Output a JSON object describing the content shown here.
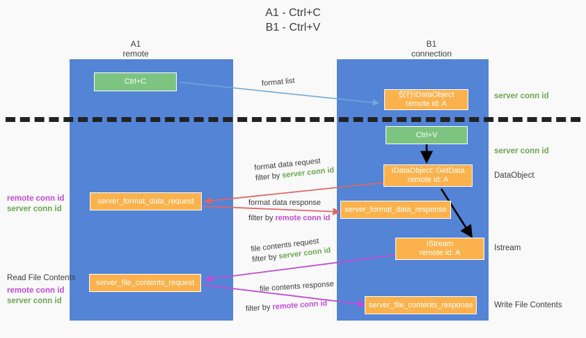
{
  "title": {
    "line1": "A1 - Ctrl+C",
    "line2": "B1 - Ctrl+V"
  },
  "columns": [
    {
      "name": "A1",
      "sub": "remote"
    },
    {
      "name": "B1",
      "sub": "connection"
    }
  ],
  "colors": {
    "lane": "#5384d6",
    "green_box": "#7cc47f",
    "orange_box": "#fcb24c",
    "server_conn_id": "#6aa84f",
    "remote_conn_id": "#c24bd4",
    "arrow_blue": "#6fa8dc",
    "arrow_red": "#e06666",
    "arrow_magenta": "#c24bd4",
    "arrow_black": "#000000",
    "divider": "#222222",
    "background": "#f9f9f9"
  },
  "nodes": {
    "ctrl_c": {
      "label": "Ctrl+C"
    },
    "ctrl_v": {
      "label": "Ctrl+V"
    },
    "idataobject": {
      "line1": "仅行IDataObject",
      "line2": "remote id: A"
    },
    "getdata": {
      "line1": "IDataObject::GetData",
      "line2": "remote id: A"
    },
    "istream": {
      "line1": "IStream",
      "line2": "remote id: A"
    },
    "format_data_request": {
      "label": "server_format_data_request"
    },
    "format_data_response": {
      "label": "server_format_data_response"
    },
    "file_contents_request": {
      "label": "server_file_contents_request"
    },
    "file_contents_response": {
      "label": "server_file_contents_response"
    }
  },
  "annotations": {
    "format_list": {
      "text": "format list"
    },
    "format_data_request": {
      "line1": "format data request",
      "line2_prefix": "filter by ",
      "line2_key": "server conn id"
    },
    "format_data_response": {
      "line1": "format data response",
      "line2_prefix": "filter by ",
      "line2_key": "remote conn id"
    },
    "file_contents_request": {
      "line1": "file contents request",
      "line2_prefix": "filter by ",
      "line2_key": "server conn id"
    },
    "file_contents_response": {
      "line1": "file contents response",
      "line2_prefix": "filter by ",
      "line2_key": "remote conn id"
    }
  },
  "right_labels": {
    "server_conn_id_top": "server conn id",
    "server_conn_id_mid": "server conn id",
    "dataobject": "DataObject",
    "istream": "Istream",
    "write_file_contents": "Write File Contents"
  },
  "left_labels": {
    "format_remote": "remote conn id",
    "format_server": "server conn id",
    "read_file_contents": "Read File Contents",
    "file_remote": "remote conn id",
    "file_server": "server conn id"
  }
}
